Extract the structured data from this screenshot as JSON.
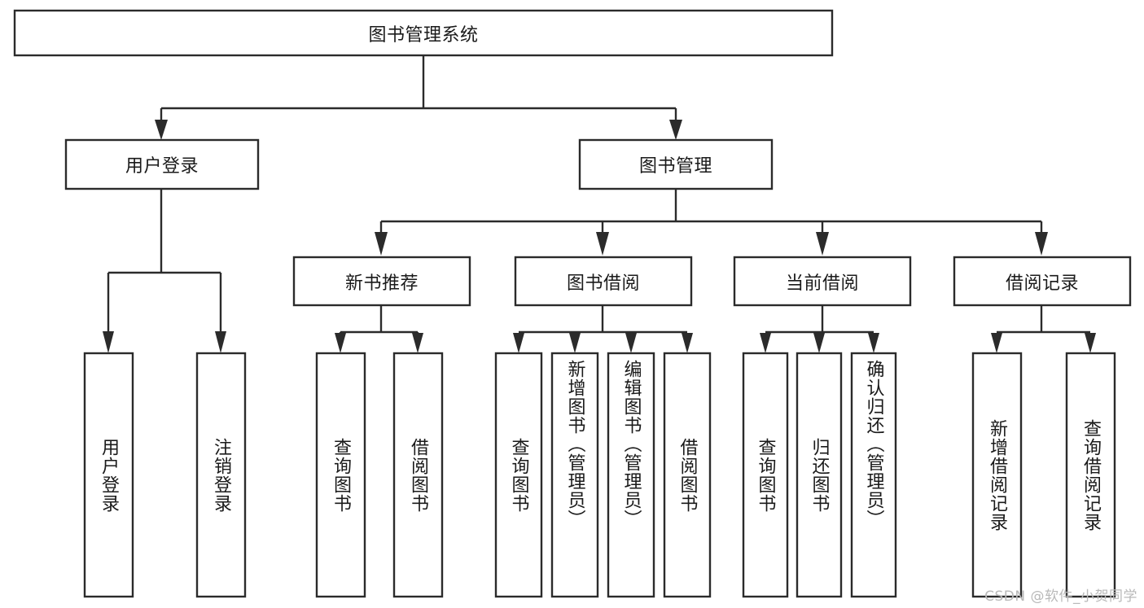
{
  "diagram": {
    "type": "hierarchy-tree",
    "orientation": "top-down",
    "title_node": {
      "id": "root",
      "label": "图书管理系统"
    },
    "level2": [
      {
        "id": "user-login",
        "label": "用户登录"
      },
      {
        "id": "book-manage",
        "label": "图书管理"
      }
    ],
    "level3": [
      {
        "id": "new-book-recommend",
        "label": "新书推荐",
        "parent": "book-manage"
      },
      {
        "id": "book-borrow",
        "label": "图书借阅",
        "parent": "book-manage"
      },
      {
        "id": "current-borrow",
        "label": "当前借阅",
        "parent": "book-manage"
      },
      {
        "id": "borrow-record",
        "label": "借阅记录",
        "parent": "book-manage"
      }
    ],
    "leaves": {
      "user-login": [
        {
          "id": "leaf-user-login",
          "label": "用户登录"
        },
        {
          "id": "leaf-user-logout",
          "label": "注销登录"
        }
      ],
      "new-book-recommend": [
        {
          "id": "leaf-query-book-1",
          "label": "查询图书"
        },
        {
          "id": "leaf-borrow-book-1",
          "label": "借阅图书"
        }
      ],
      "book-borrow": [
        {
          "id": "leaf-query-book-2",
          "label": "查询图书"
        },
        {
          "id": "leaf-add-book",
          "label": "新增图书（管理员）"
        },
        {
          "id": "leaf-edit-book",
          "label": "编辑图书（管理员）"
        },
        {
          "id": "leaf-borrow-book-2",
          "label": "借阅图书"
        }
      ],
      "current-borrow": [
        {
          "id": "leaf-query-book-3",
          "label": "查询图书"
        },
        {
          "id": "leaf-return-book",
          "label": "归还图书"
        },
        {
          "id": "leaf-confirm-return",
          "label": "确认归还（管理员）"
        }
      ],
      "borrow-record": [
        {
          "id": "leaf-add-record",
          "label": "新增借阅记录"
        },
        {
          "id": "leaf-query-record",
          "label": "查询借阅记录"
        }
      ]
    },
    "colors": {
      "stroke": "#2b2b2b",
      "fill": "#ffffff",
      "text": "#1a1a1a",
      "watermark": "#b9b9b9"
    }
  },
  "watermark": {
    "text": "CSDN @软件_小贺同学"
  }
}
